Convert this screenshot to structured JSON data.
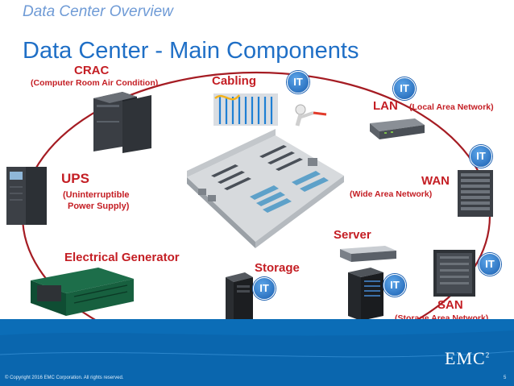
{
  "header": {
    "subtitle": "Data Center Overview",
    "title": "Data Center - Main Components"
  },
  "components": {
    "crac": {
      "label": "CRAC",
      "detail": "(Computer Room Air Condition)"
    },
    "cabling": {
      "label": "Cabling"
    },
    "lan": {
      "label": "LAN",
      "detail": "(Local Area Network)"
    },
    "wan": {
      "label": "WAN",
      "detail": "(Wide Area Network)"
    },
    "ups": {
      "label": "UPS",
      "detail_line1": "(Uninterruptible",
      "detail_line2": "Power Supply)"
    },
    "server": {
      "label": "Server"
    },
    "electrical_generator": {
      "label": "Electrical Generator"
    },
    "storage": {
      "label": "Storage"
    },
    "san": {
      "label": "SAN",
      "detail": "(Storage Area Network)"
    }
  },
  "badge_text": "IT",
  "footer": {
    "copyright": "© Copyright 2016 EMC Corporation. All rights reserved.",
    "page_number": "5",
    "logo": "EMC",
    "logo_sup": "2"
  },
  "colors": {
    "title_blue": "#1f6fc6",
    "subtitle_blue": "#6f9bd6",
    "label_red": "#c41e24",
    "ring_red": "#a51c23",
    "footer_blue": "#0b6db7"
  },
  "icons": [
    "crac-unit-icon",
    "cable-bundle-icon",
    "network-switch-icon",
    "wan-router-icon",
    "ups-cabinet-icon",
    "rack-server-icon",
    "generator-icon",
    "storage-tower-icon",
    "server-rack-icon",
    "san-array-icon",
    "datacenter-floor-icon"
  ]
}
